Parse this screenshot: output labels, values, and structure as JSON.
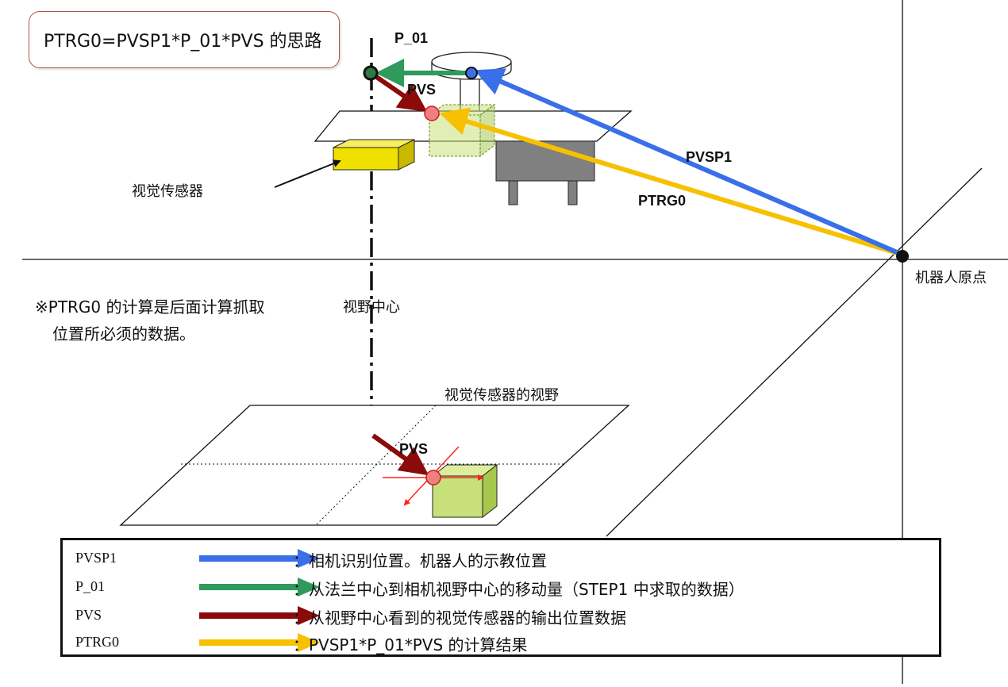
{
  "title": "PTRG0=PVSP1*P_01*PVS 的思路",
  "labels": {
    "p01": "P_01",
    "pvs_top": "PVS",
    "pvsp1": "PVSP1",
    "ptrg0": "PTRG0",
    "vision_sensor": "视觉传感器",
    "robot_origin": "机器人原点",
    "view_center": "视野中心",
    "sensor_view": "视觉传感器的视野",
    "pvs_bottom": "PVS"
  },
  "note": {
    "line1": "※PTRG0 的计算是后面计算抓取",
    "line2": "位置所必须的数据。"
  },
  "legend": [
    {
      "name": "PVSP1",
      "color": "#3a6fea",
      "desc": "：相机识别位置。机器人的示教位置"
    },
    {
      "name": "P_01",
      "color": "#2f9a5c",
      "desc": "：从法兰中心到相机视野中心的移动量（STEP1 中求取的数据）"
    },
    {
      "name": "PVS",
      "color": "#8b0a0a",
      "desc": "：从视野中心看到的视觉传感器的输出位置数据"
    },
    {
      "name": "PTRG0",
      "color": "#f7c000",
      "desc": "：PVSP1*P_01*PVS 的计算结果"
    }
  ],
  "colors": {
    "pvsp1": "#3a6fea",
    "p01": "#2f9a5c",
    "pvs": "#8b0a0a",
    "ptrg0": "#f7c000",
    "sensor_yellow": "#f0e000",
    "workpiece_green": "#c8e07a",
    "title_border": "#b05050"
  }
}
